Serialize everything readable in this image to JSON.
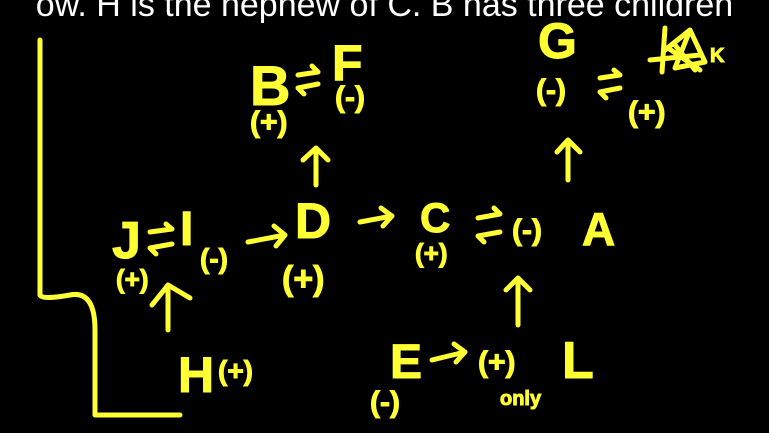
{
  "header": {
    "text": "ow. H is the nephew of C. B has three children"
  },
  "colors": {
    "background": "#000000",
    "ink": "#ffff33",
    "header_text": "#ffffff"
  },
  "nodes": {
    "B": {
      "label": "B",
      "sign": "(+)"
    },
    "F": {
      "label": "F",
      "sign": "(-)"
    },
    "G": {
      "label": "G",
      "sign": "(-)"
    },
    "K": {
      "label": "K",
      "sign": "(+)"
    },
    "J": {
      "label": "J",
      "sign": "(+)"
    },
    "I": {
      "label": "I",
      "sign": "(-)"
    },
    "D": {
      "label": "D",
      "sign": "(+)"
    },
    "C": {
      "label": "C",
      "sign": "(+)"
    },
    "A": {
      "label": "A",
      "sign": "(-)"
    },
    "H": {
      "label": "H",
      "sign": "(+)"
    },
    "E": {
      "label": "E",
      "sign": "(-)"
    },
    "L": {
      "label": "L",
      "sign": "(+)",
      "note": "only"
    }
  }
}
